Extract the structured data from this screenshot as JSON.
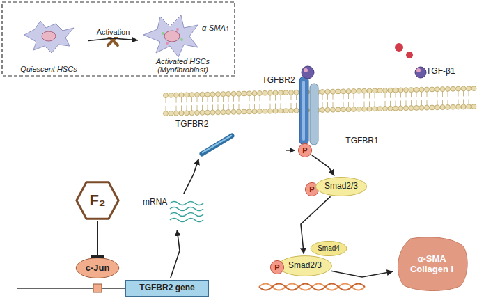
{
  "diagram": {
    "nodes": [
      {
        "text": [
          "Quiescent HSCs"
        ]
      },
      {
        "text": [
          "Activated HSCs (Myofibroblast)",
          "α-SMA↑"
        ]
      },
      {
        "text": [
          "F₂"
        ]
      },
      {
        "text": [
          "c-Jun"
        ]
      },
      {
        "text": [
          "TGFBR2 gene"
        ]
      },
      {
        "text": [
          "mRNA"
        ]
      },
      {
        "text": [
          "TGFBR2"
        ]
      },
      {
        "text": [
          "TGF-β1"
        ]
      },
      {
        "text": [
          "TGFBR2"
        ]
      },
      {
        "text": [
          "TGFBR1"
        ]
      },
      {
        "text": [
          "P"
        ]
      },
      {
        "text": [
          "P"
        ]
      },
      {
        "text": [
          "Smad2/3"
        ]
      },
      {
        "text": [
          "Smad4"
        ]
      },
      {
        "text": [
          "Smad2/3"
        ]
      },
      {
        "text": [
          "P"
        ]
      },
      {
        "text": [
          "α-SMA Collagen I"
        ]
      }
    ],
    "edges": [
      {
        "from": 0,
        "to": 1,
        "arrow": "to",
        "label": "Activation"
      },
      {
        "from": 2,
        "to": 3,
        "arrow": "to"
      },
      {
        "from": 4,
        "to": 5,
        "arrow": "to"
      },
      {
        "from": 5,
        "to": 6,
        "arrow": "to"
      },
      {
        "from": 10,
        "to": 12,
        "arrow": "to"
      },
      {
        "from": 12,
        "to": 14,
        "arrow": "to"
      },
      {
        "from": 14,
        "to": 16,
        "arrow": "to"
      }
    ]
  }
}
